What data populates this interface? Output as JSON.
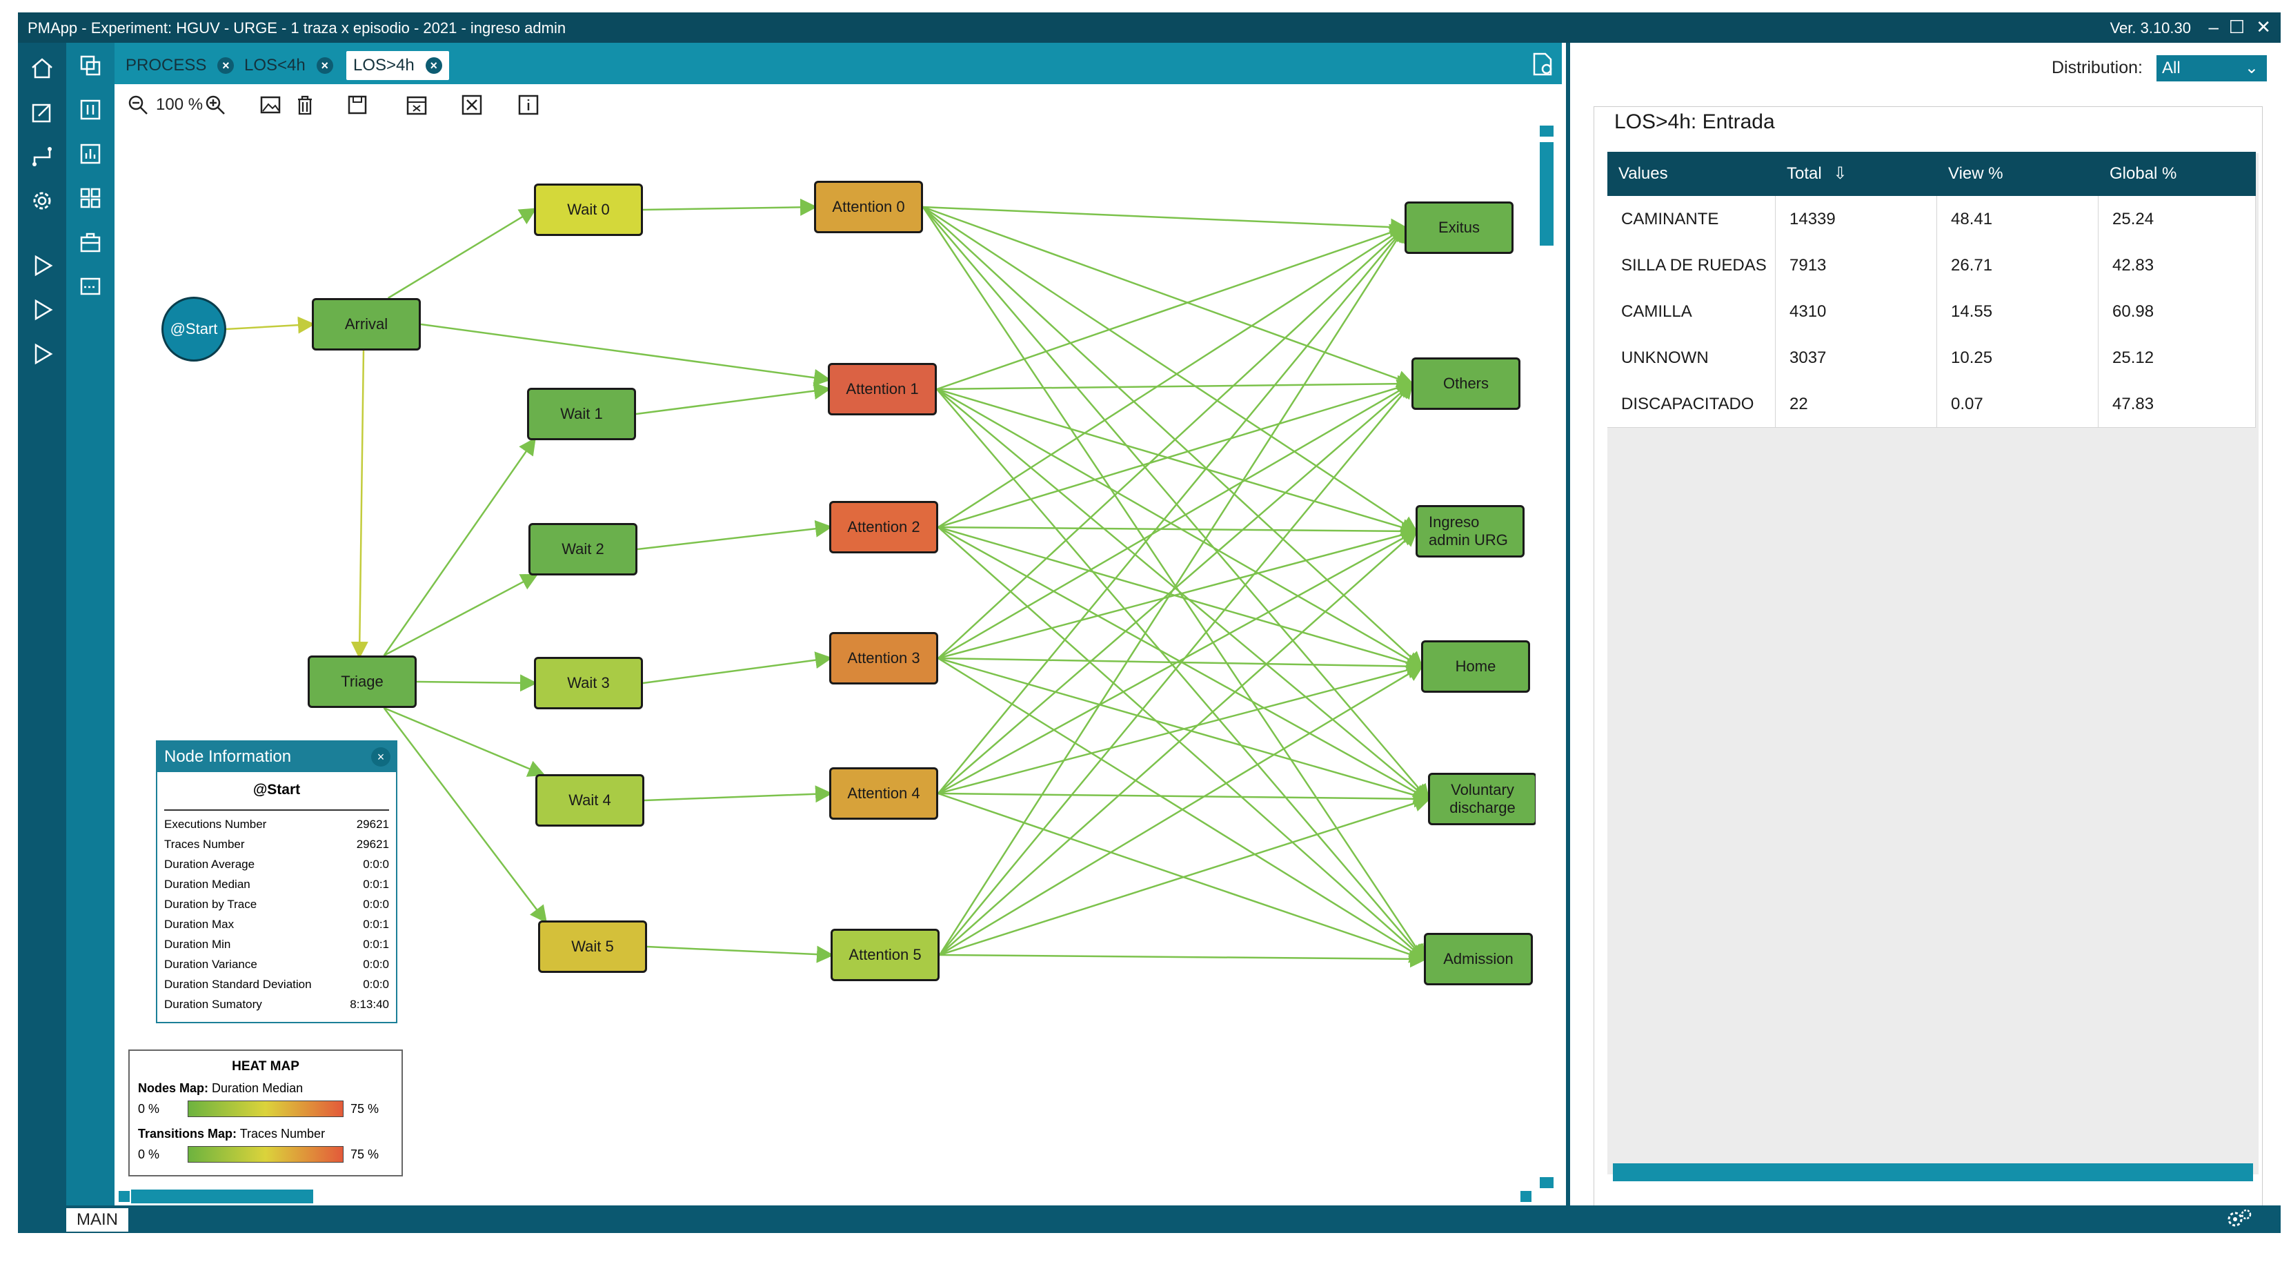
{
  "window": {
    "title": "PMApp  -  Experiment: HGUV - URGE - 1 traza x episodio - 2021 - ingreso admin",
    "version": "Ver. 3.10.30",
    "minimize": "–",
    "maximize": "☐",
    "close": "✕"
  },
  "tabs": [
    {
      "label": "PROCESS",
      "close": "×"
    },
    {
      "label": "LOS<4h",
      "close": "×"
    },
    {
      "label": "LOS>4h",
      "close": "×"
    }
  ],
  "toolbar": {
    "zoom": "100 %"
  },
  "graph": {
    "nodes": {
      "start": "@Start",
      "arrival": "Arrival",
      "triage": "Triage",
      "wait0": "Wait 0",
      "wait1": "Wait 1",
      "wait2": "Wait 2",
      "wait3": "Wait 3",
      "wait4": "Wait 4",
      "wait5": "Wait 5",
      "att0": "Attention 0",
      "att1": "Attention 1",
      "att2": "Attention 2",
      "att3": "Attention 3",
      "att4": "Attention 4",
      "att5": "Attention 5",
      "exitus": "Exitus",
      "others": "Others",
      "ingreso": "Ingreso admin URG",
      "home": "Home",
      "voluntary": "Voluntary discharge",
      "admission": "Admission"
    },
    "colors": {
      "green": "#6ab04c",
      "yellow": "#d4d83a",
      "yellowgreen": "#a9cb45",
      "olive": "#c7c93f",
      "orange": "#d7a23a",
      "red": "#db6244",
      "redorange": "#e06a3e",
      "edge": "#7cc24c",
      "start": "#0f85a3"
    }
  },
  "node_info": {
    "title": "Node Information",
    "close": "×",
    "node": "@Start",
    "rows": [
      {
        "label": "Executions Number",
        "value": "29621"
      },
      {
        "label": "Traces Number",
        "value": "29621"
      },
      {
        "label": "Duration Average",
        "value": "0:0:0"
      },
      {
        "label": "Duration Median",
        "value": "0:0:1"
      },
      {
        "label": "Duration by Trace",
        "value": "0:0:0"
      },
      {
        "label": "Duration Max",
        "value": "0:0:1"
      },
      {
        "label": "Duration Min",
        "value": "0:0:1"
      },
      {
        "label": "Duration Variance",
        "value": "0:0:0"
      },
      {
        "label": "Duration Standard Deviation",
        "value": "0:0:0"
      },
      {
        "label": "Duration Sumatory",
        "value": "8:13:40"
      }
    ]
  },
  "heat_map": {
    "title": "HEAT MAP",
    "nodes_label": "Nodes Map:",
    "nodes_value": "Duration Median",
    "transitions_label": "Transitions Map:",
    "transitions_value": "Traces Number",
    "min": "0 %",
    "max": "75 %"
  },
  "right_panel": {
    "distribution_label": "Distribution:",
    "distribution_value": "All",
    "title": "LOS>4h: Entrada",
    "columns": [
      "Values",
      "Total",
      "View %",
      "Global %"
    ],
    "rows": [
      [
        "CAMINANTE",
        "14339",
        "48.41",
        "25.24"
      ],
      [
        "SILLA DE RUEDAS",
        "7913",
        "26.71",
        "42.83"
      ],
      [
        "CAMILLA",
        "4310",
        "14.55",
        "60.98"
      ],
      [
        "UNKNOWN",
        "3037",
        "10.25",
        "25.12"
      ],
      [
        "DISCAPACITADO",
        "22",
        "0.07",
        "47.83"
      ]
    ]
  },
  "bottom": {
    "main_tab": "MAIN"
  }
}
